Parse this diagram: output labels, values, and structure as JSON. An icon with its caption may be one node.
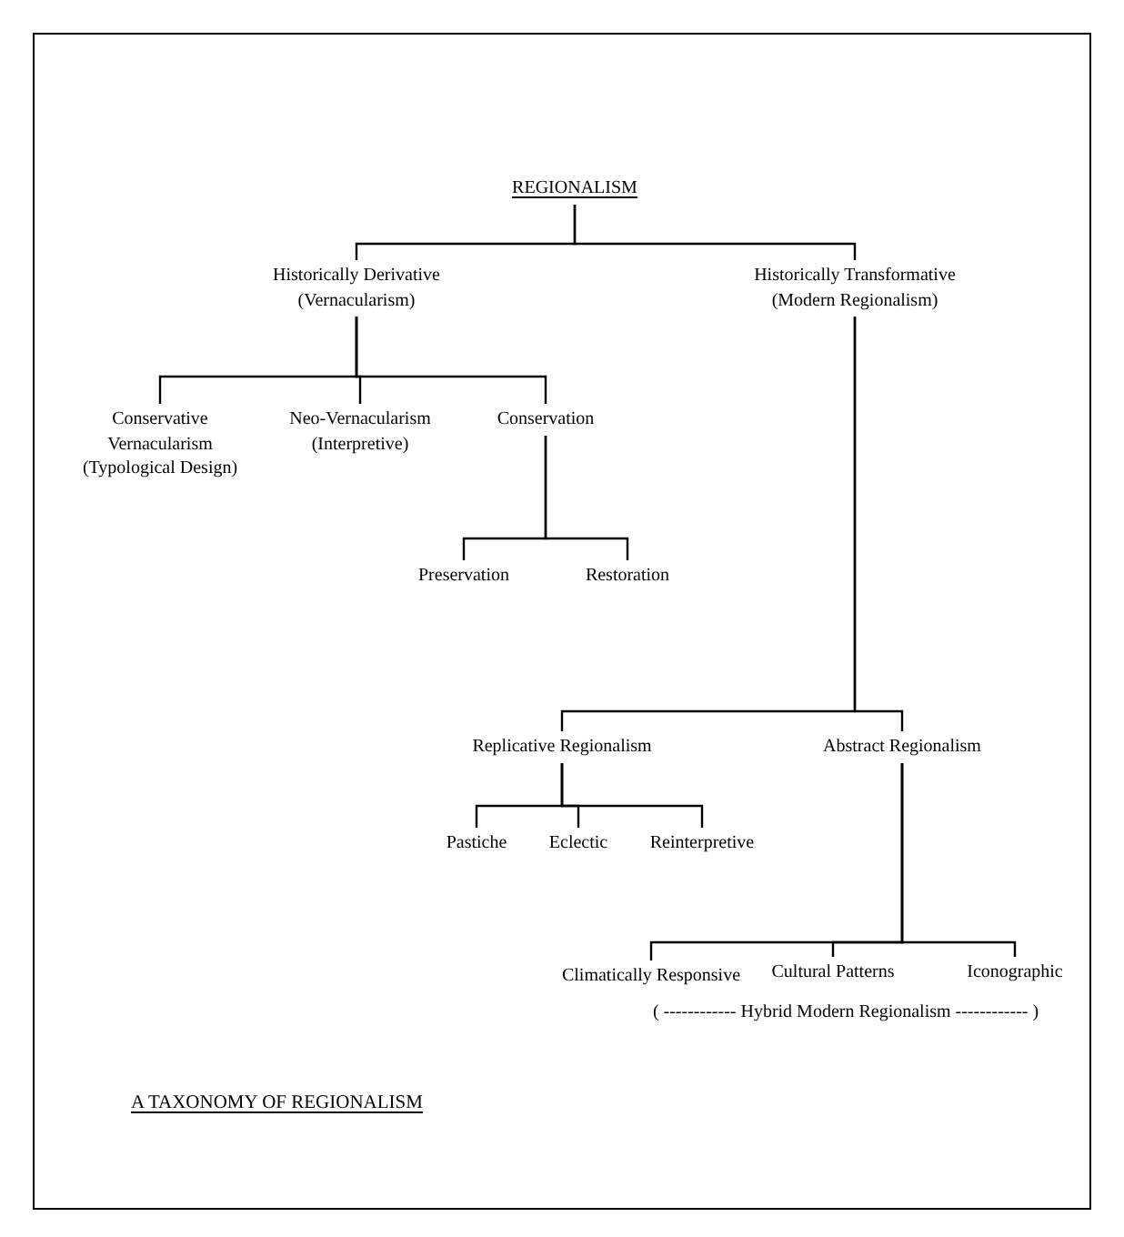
{
  "diagram": {
    "caption": "A TAXONOMY OF REGIONALISM",
    "nodes": [
      {
        "text": [
          "REGIONALISM"
        ]
      },
      {
        "text": [
          "Historically Derivative (Vernacularism)"
        ]
      },
      {
        "text": [
          "Historically Transformative (Modern Regionalism)"
        ]
      },
      {
        "text": [
          "Conservative Vernacularism (Typological Design)"
        ]
      },
      {
        "text": [
          "Neo-Vernacularism (Interpretive)"
        ]
      },
      {
        "text": [
          "Conservation"
        ]
      },
      {
        "text": [
          "Preservation"
        ]
      },
      {
        "text": [
          "Restoration"
        ]
      },
      {
        "text": [
          "Replicative Regionalism"
        ]
      },
      {
        "text": [
          "Abstract Regionalism"
        ]
      },
      {
        "text": [
          "Pastiche"
        ]
      },
      {
        "text": [
          "Eclectic"
        ]
      },
      {
        "text": [
          "Reinterpretive"
        ]
      },
      {
        "text": [
          "Climatically Responsive"
        ]
      },
      {
        "text": [
          "Cultural Patterns"
        ]
      },
      {
        "text": [
          "Iconographic"
        ]
      }
    ],
    "edges": [
      {
        "from": 0,
        "to": 1,
        "arrow": "none"
      },
      {
        "from": 0,
        "to": 2,
        "arrow": "none"
      },
      {
        "from": 1,
        "to": 3,
        "arrow": "none"
      },
      {
        "from": 1,
        "to": 4,
        "arrow": "none"
      },
      {
        "from": 1,
        "to": 5,
        "arrow": "none"
      },
      {
        "from": 5,
        "to": 6,
        "arrow": "none"
      },
      {
        "from": 5,
        "to": 7,
        "arrow": "none"
      },
      {
        "from": 2,
        "to": 8,
        "arrow": "none"
      },
      {
        "from": 2,
        "to": 9,
        "arrow": "none"
      },
      {
        "from": 8,
        "to": 10,
        "arrow": "none"
      },
      {
        "from": 8,
        "to": 11,
        "arrow": "none"
      },
      {
        "from": 8,
        "to": 12,
        "arrow": "none"
      },
      {
        "from": 9,
        "to": 13,
        "arrow": "none"
      },
      {
        "from": 9,
        "to": 14,
        "arrow": "none"
      },
      {
        "from": 9,
        "to": 15,
        "arrow": "none"
      }
    ],
    "labels": [
      "( ------------ Hybrid Modern Regionalism ------------ )"
    ]
  }
}
